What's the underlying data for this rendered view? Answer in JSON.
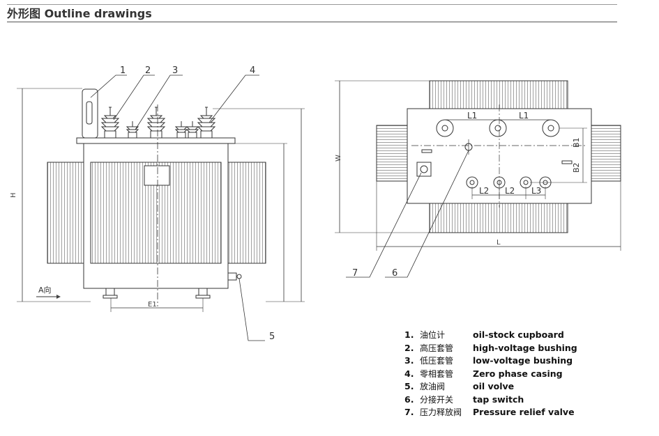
{
  "header": {
    "title": "外形图 Outline drawings"
  },
  "front_view": {
    "callouts": [
      "1",
      "2",
      "3",
      "4",
      "5"
    ],
    "dim_h": "H",
    "dim_e1": "E1",
    "arrow_label": "A向"
  },
  "top_view": {
    "dim_w": "W",
    "dim_l": "L",
    "l1_a": "L1",
    "l1_b": "L1",
    "l2_a": "L2",
    "l2_b": "L2",
    "l3": "L3",
    "b1": "B1",
    "b2": "B2",
    "callout_7": "7",
    "callout_6": "6"
  },
  "legend": [
    {
      "num": "1.",
      "cn": "油位计",
      "en": "oil-stock cupboard"
    },
    {
      "num": "2.",
      "cn": "高压套管",
      "en": "high-voltage bushing"
    },
    {
      "num": "3.",
      "cn": "低压套管",
      "en": "low-voltage bushing"
    },
    {
      "num": "4.",
      "cn": "零相套管",
      "en": "Zero phase casing"
    },
    {
      "num": "5.",
      "cn": "放油阀",
      "en": "oil volve"
    },
    {
      "num": "6.",
      "cn": "分接开关",
      "en": "tap switch"
    },
    {
      "num": "7.",
      "cn": "压力释放阀",
      "en": "Pressure relief valve"
    }
  ]
}
